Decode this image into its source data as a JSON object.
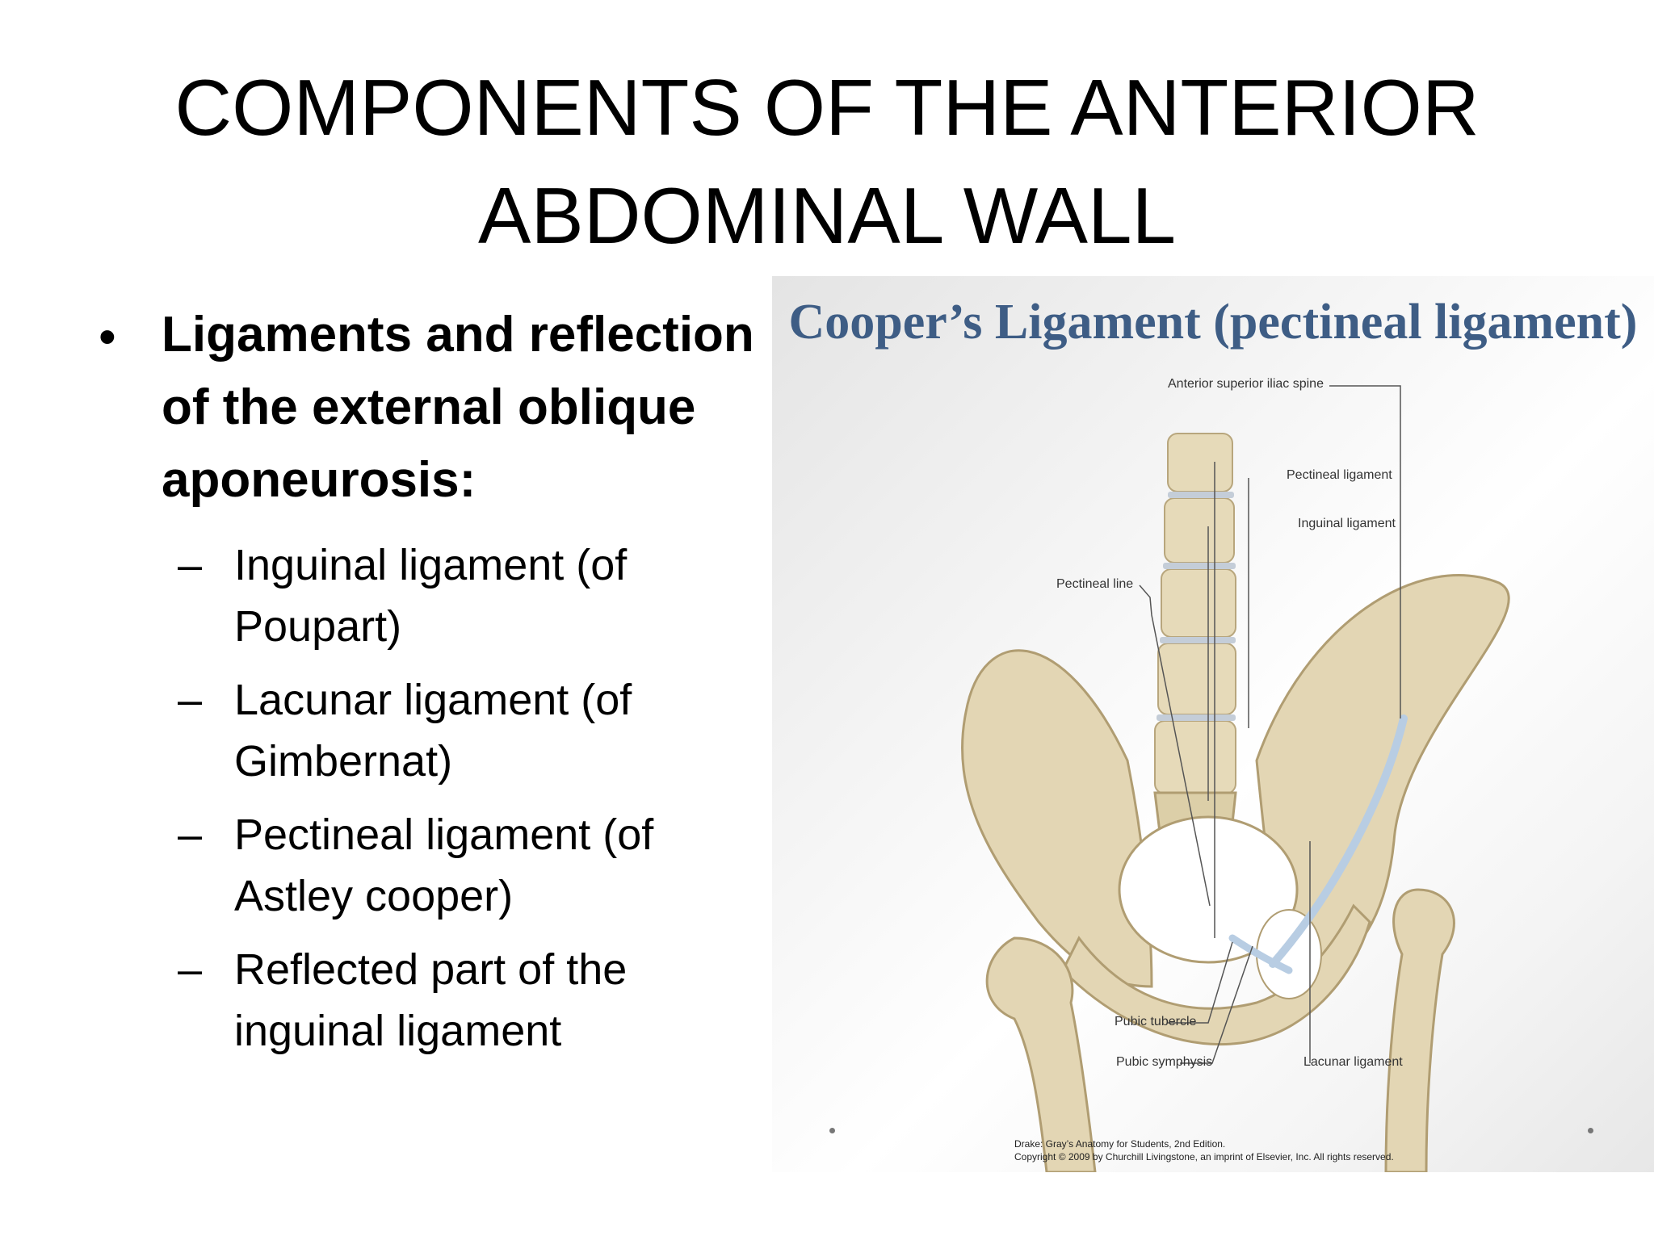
{
  "title": {
    "line1": "COMPONENTS OF THE ANTERIOR",
    "line2": "ABDOMINAL WALL"
  },
  "bullet": {
    "line1": "Ligaments and reflection",
    "line2": "of the external oblique",
    "line3": "aponeurosis:"
  },
  "subitems": [
    {
      "line1": "Inguinal ligament (of",
      "line2": "Poupart)"
    },
    {
      "line1": "Lacunar ligament (of",
      "line2": "Gimbernat)"
    },
    {
      "line1": "Pectineal ligament (of",
      "line2": "Astley cooper)"
    },
    {
      "line1": "Reflected part of the",
      "line2": "inguinal ligament"
    }
  ],
  "figure": {
    "title": "Cooper’s Ligament (pectineal ligament)",
    "labels": {
      "asis": "Anterior superior iliac spine",
      "pectineal_ligament": "Pectineal ligament",
      "inguinal_ligament": "Inguinal ligament",
      "pectineal_line": "Pectineal line",
      "pubic_tubercle": "Pubic tubercle",
      "pubic_symphysis": "Pubic symphysis",
      "lacunar_ligament": "Lacunar ligament"
    },
    "credit_line1": "Drake: Gray’s Anatomy for Students, 2nd Edition.",
    "credit_line2": "Copyright © 2009 by Churchill Livingstone, an imprint of Elsevier, Inc. All rights reserved.",
    "colors": {
      "title": "#3e5d85",
      "bone": "#e3d6b4",
      "ligament": "#b8cde3"
    }
  }
}
